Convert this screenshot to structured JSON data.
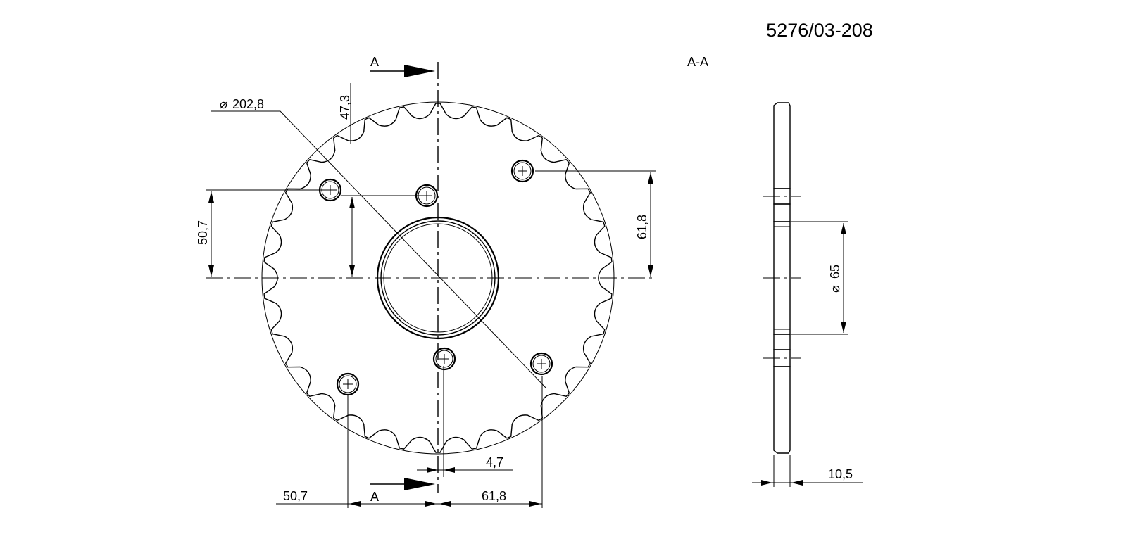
{
  "drawing": {
    "part_number": "5276/03-208",
    "section_label": "A-A",
    "section_marker_top": "A",
    "section_marker_bottom": "A",
    "dimensions": {
      "outer_diameter": "202,8",
      "tooth_height": "47,3",
      "hole_offset_vertical_left": "50,7",
      "hole_offset_vertical_right": "61,8",
      "hole_offset_horizontal_left": "50,7",
      "hole_offset_horizontal_right": "61,8",
      "hole_offset_small": "4,7",
      "bore_diameter": "65",
      "thickness": "10,5"
    }
  },
  "icons": {
    "diameter_symbol": "diameter-icon",
    "section_arrow": "arrow-right-icon",
    "hole_center": "crosshair-icon"
  }
}
